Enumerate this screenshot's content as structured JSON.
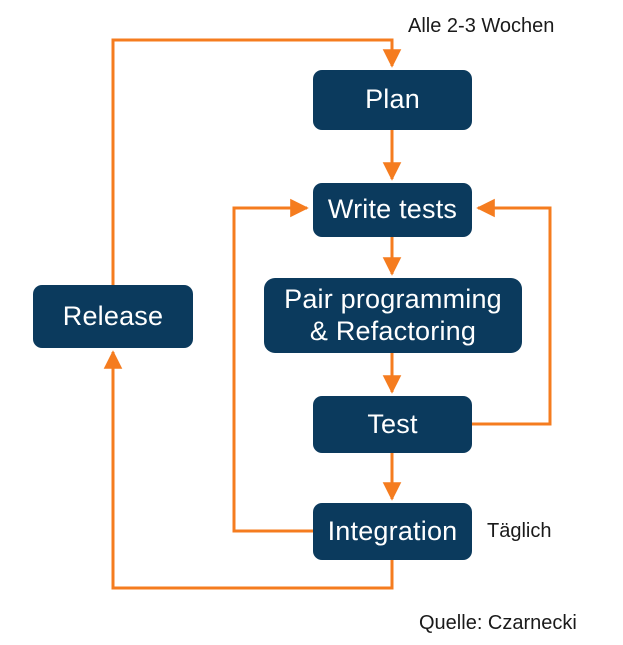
{
  "diagram": {
    "title": "Agile development cycle (XP) flow diagram",
    "colors": {
      "node_fill": "#0B3A5D",
      "node_text": "#FFFFFF",
      "arrow": "#F57C1F",
      "background": "#FFFFFF",
      "annotation_text": "#1A1A1A"
    },
    "nodes": [
      {
        "id": "plan",
        "label": "Plan"
      },
      {
        "id": "write",
        "label": "Write tests"
      },
      {
        "id": "pair",
        "label": "Pair programming\n& Refactoring"
      },
      {
        "id": "test",
        "label": "Test"
      },
      {
        "id": "integration",
        "label": "Integration"
      },
      {
        "id": "release",
        "label": "Release"
      }
    ],
    "annotations": [
      {
        "id": "cadence-release",
        "label": "Alle 2-3 Wochen"
      },
      {
        "id": "cadence-daily",
        "label": "Täglich"
      },
      {
        "id": "source",
        "label": "Quelle: Czarnecki"
      }
    ],
    "edges": [
      {
        "from": "plan",
        "to": "write",
        "style": "straight-down"
      },
      {
        "from": "write",
        "to": "pair",
        "style": "straight-down"
      },
      {
        "from": "pair",
        "to": "test",
        "style": "straight-down"
      },
      {
        "from": "test",
        "to": "integration",
        "style": "straight-down"
      },
      {
        "from": "test",
        "to": "write",
        "style": "loop-right"
      },
      {
        "from": "integration",
        "to": "write",
        "style": "loop-left"
      },
      {
        "from": "integration",
        "to": "release",
        "style": "loop-bottom-left"
      },
      {
        "from": "release",
        "to": "plan",
        "style": "loop-top"
      }
    ]
  }
}
